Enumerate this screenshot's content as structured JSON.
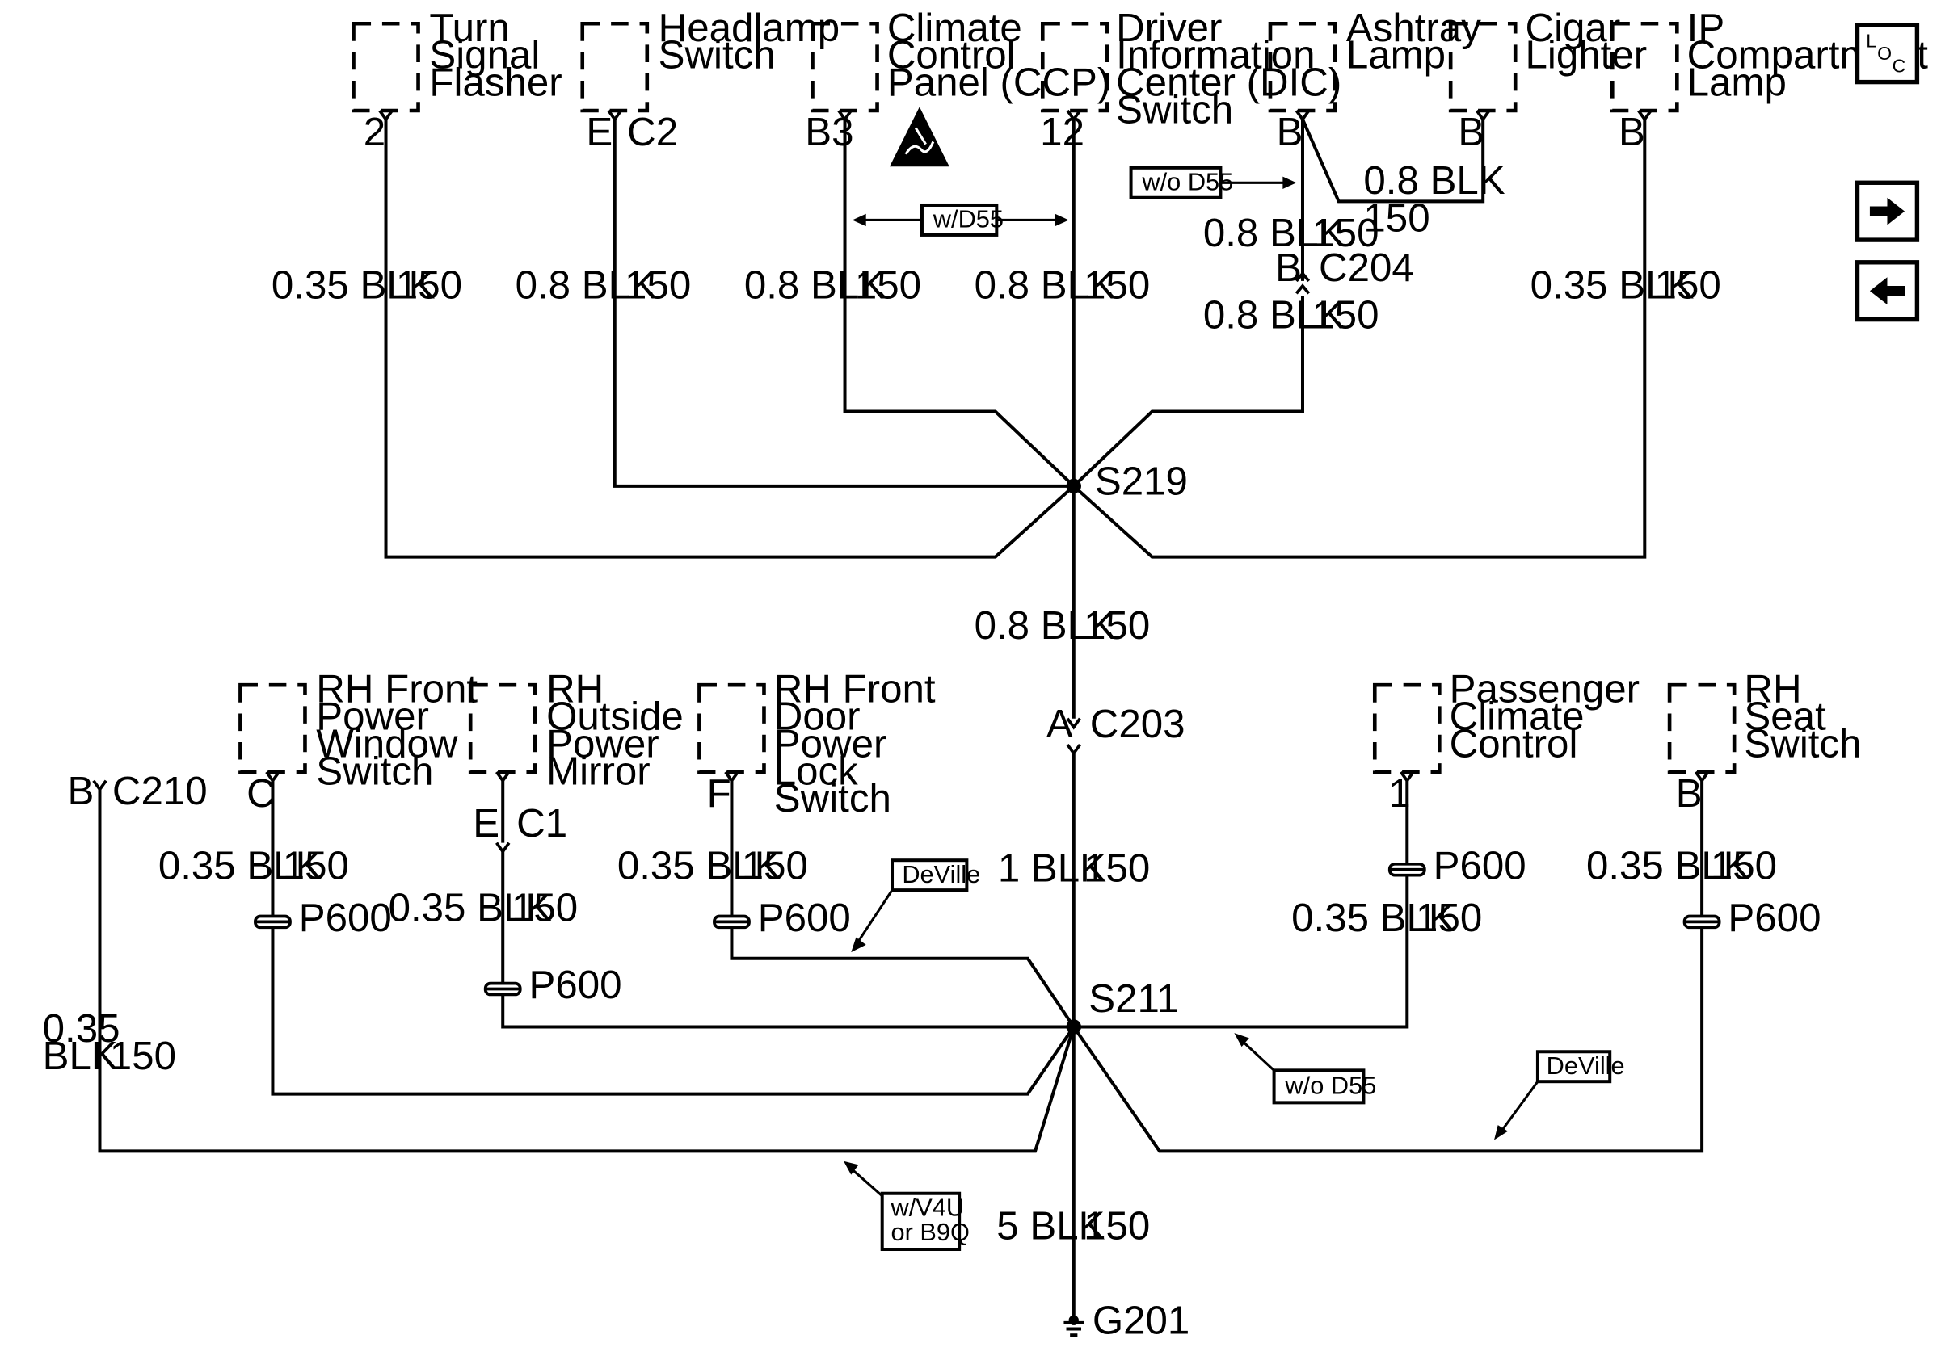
{
  "components": {
    "turn_signal_flasher": [
      "Turn",
      "Signal",
      "Flasher"
    ],
    "headlamp_switch": [
      "Headlamp",
      "Switch"
    ],
    "climate_control_panel": [
      "Climate",
      "Control",
      "Panel (CCP)"
    ],
    "driver_information_center": [
      "Driver",
      "Information",
      "Center (DIC)",
      "Switch"
    ],
    "ashtray_lamp": [
      "Ashtray",
      "Lamp"
    ],
    "cigar_lighter": [
      "Cigar",
      "Lighter"
    ],
    "ip_compartment_lamp": [
      "IP",
      "Compartment",
      "Lamp"
    ],
    "rh_front_power_window_switch": [
      "RH Front",
      "Power",
      "Window",
      "Switch"
    ],
    "rh_outside_power_mirror": [
      "RH",
      "Outside",
      "Power",
      "Mirror"
    ],
    "rh_front_door_power_lock_switch": [
      "RH Front",
      "Door",
      "Power",
      "Lock",
      "Switch"
    ],
    "passenger_climate_control": [
      "Passenger",
      "Climate",
      "Control"
    ],
    "rh_seat_switch": [
      "RH",
      "Seat",
      "Switch"
    ]
  },
  "pins": {
    "turn_signal": "2",
    "headlamp_e": "E",
    "headlamp_c2": "C2",
    "ccp": "B3",
    "dic": "12",
    "ashtray": "B",
    "cigar": "B",
    "ip_compartment": "B",
    "c204_pin": "B",
    "c210_pin": "B",
    "window": "C",
    "mirror_e": "E",
    "door_lock": "F",
    "passenger_climate": "1",
    "seat": "B",
    "c203_pin": "A"
  },
  "connectors": {
    "c204": "C204",
    "c1": "C1",
    "c203": "C203",
    "c210": "C210",
    "p600": "P600"
  },
  "splices": {
    "s219": "S219",
    "s211": "S211"
  },
  "ground": "G201",
  "circuit": "150",
  "wires": {
    "w_035_blk": "0.35 BLK",
    "w_08_blk": "0.8 BLK",
    "w_1_blk": "1 BLK",
    "w_5_blk": "5 BLK",
    "w_035": "0.35",
    "w_blk": "BLK"
  },
  "options": {
    "w_d55": "w/D55",
    "wo_d55": "w/o D55",
    "deville": "DeVille",
    "w_v4u": "w/V4U",
    "or_b9q": "or B9Q"
  },
  "nav": {
    "loc_l": "L",
    "loc_o": "O",
    "loc_c": "C",
    "forward_glyph": "→",
    "back_glyph": "←"
  }
}
